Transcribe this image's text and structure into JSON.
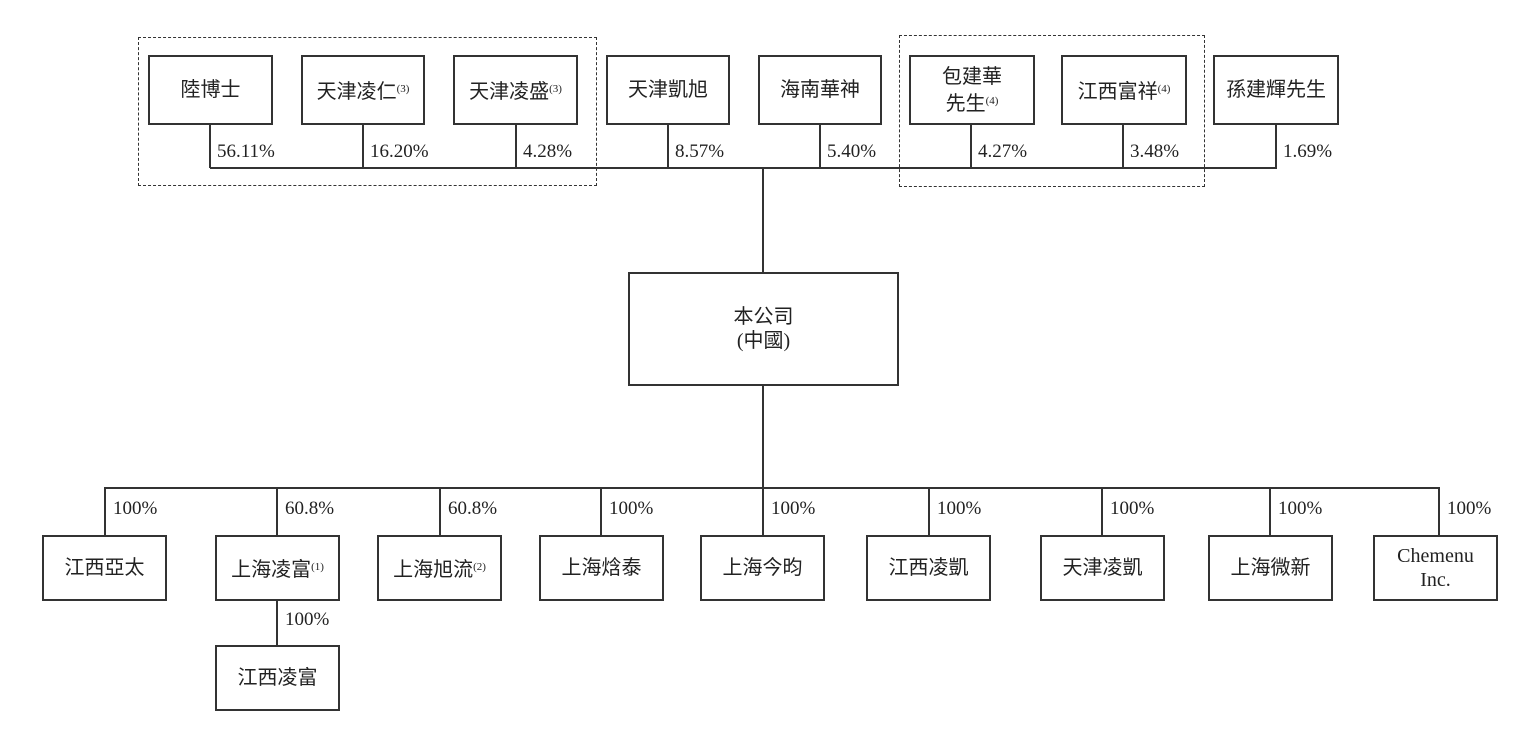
{
  "shareholders": [
    {
      "name": "陸博士",
      "note": "",
      "pct": "56.11%"
    },
    {
      "name": "天津凌仁",
      "note": "(3)",
      "pct": "16.20%"
    },
    {
      "name": "天津凌盛",
      "note": "(3)",
      "pct": "4.28%"
    },
    {
      "name": "天津凱旭",
      "note": "",
      "pct": "8.57%"
    },
    {
      "name": "海南華神",
      "note": "",
      "pct": "5.40%"
    },
    {
      "name": "包建華\n先生",
      "note": "(4)",
      "pct": "4.27%"
    },
    {
      "name": "江西富祥",
      "note": "(4)",
      "pct": "3.48%"
    },
    {
      "name": "孫建輝先生",
      "note": "",
      "pct": "1.69%"
    }
  ],
  "company": {
    "line1": "本公司",
    "line2": "(中國)"
  },
  "subsidiaries": [
    {
      "name": "江西亞太",
      "note": "",
      "pct": "100%"
    },
    {
      "name": "上海凌富",
      "note": "(1)",
      "pct": "60.8%"
    },
    {
      "name": "上海旭流",
      "note": "(2)",
      "pct": "60.8%"
    },
    {
      "name": "上海焓泰",
      "note": "",
      "pct": "100%"
    },
    {
      "name": "上海今昀",
      "note": "",
      "pct": "100%"
    },
    {
      "name": "江西凌凱",
      "note": "",
      "pct": "100%"
    },
    {
      "name": "天津凌凱",
      "note": "",
      "pct": "100%"
    },
    {
      "name": "上海微新",
      "note": "",
      "pct": "100%"
    },
    {
      "name": "Chemenu\nInc.",
      "note": "",
      "pct": "100%"
    }
  ],
  "sub_subsidiary": {
    "name": "江西凌富",
    "pct": "100%"
  }
}
